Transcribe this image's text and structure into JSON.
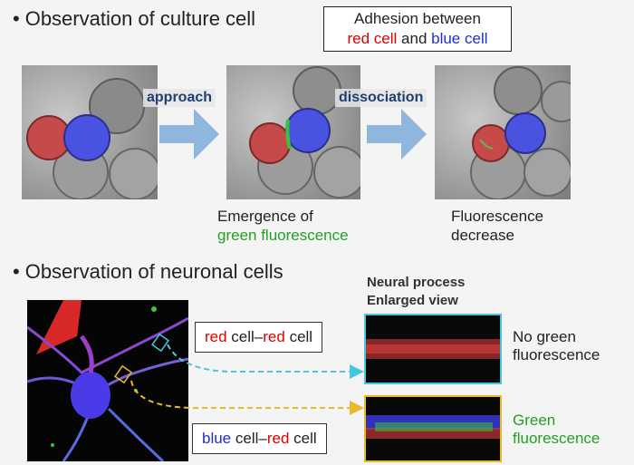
{
  "section1": {
    "bullet": "•",
    "heading": "Observation of culture cell",
    "legend": {
      "line1": "Adhesion between",
      "part_red": "red cell",
      "part_and": " and ",
      "part_blue": "blue cell"
    },
    "arrows": [
      {
        "label": "approach"
      },
      {
        "label": "dissociation"
      }
    ],
    "captions": {
      "middle_line1": "Emergence  of",
      "middle_line2": "green fluorescence",
      "right_line1": "Fluorescence",
      "right_line2": "decrease"
    }
  },
  "section2": {
    "bullet": "•",
    "heading": "Observation of neuronal cells",
    "enlarged_title_line1": "Neural process",
    "enlarged_title_line2": "Enlarged view",
    "pairs": [
      {
        "a": "red",
        "dash": " cell–",
        "b": "red",
        "tail": " cell",
        "frame_color": "#48c6e0"
      },
      {
        "a": "blue",
        "dash": " cell–",
        "b": "red",
        "tail": " cell",
        "frame_color": "#e8b92a"
      }
    ],
    "results": [
      {
        "line1": "No green",
        "line2": "fluorescence"
      },
      {
        "line1": "Green",
        "line2": "fluorescence"
      }
    ]
  }
}
